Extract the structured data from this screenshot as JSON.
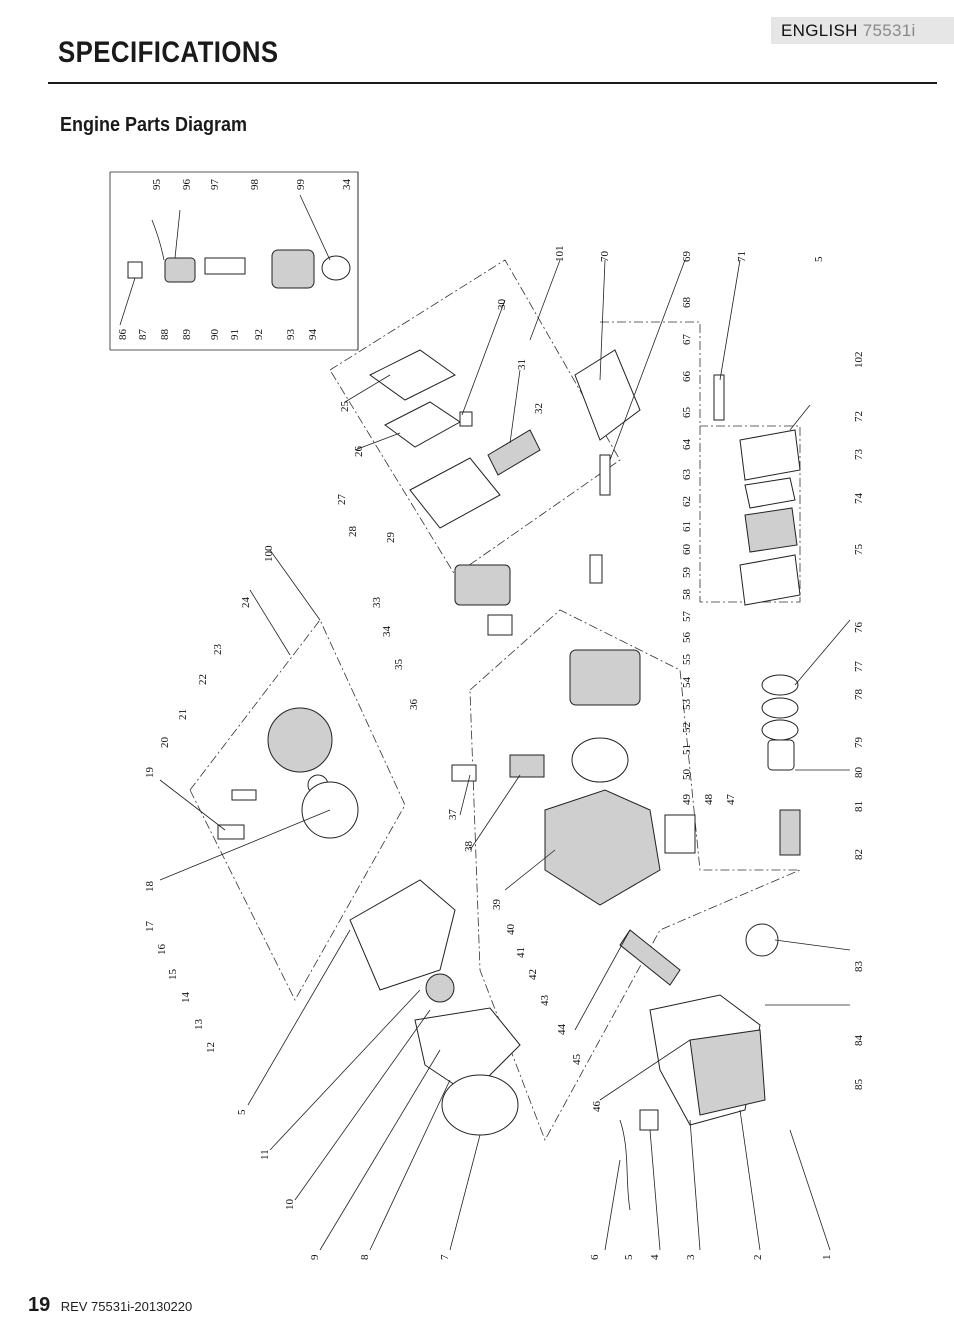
{
  "header": {
    "language": "ENGLISH",
    "model": "75531i"
  },
  "page_title": "SPECIFICATIONS",
  "section_title": "Engine Parts Diagram",
  "footer": {
    "page_number": "19",
    "revision": "REV 75531i-20130220"
  },
  "diagram": {
    "inset_labels": [
      "95",
      "96",
      "97",
      "98",
      "99",
      "34",
      "86",
      "87",
      "88",
      "89",
      "90",
      "91",
      "92",
      "93",
      "94"
    ],
    "top_labels": [
      "101",
      "70",
      "69",
      "68",
      "67",
      "66",
      "65",
      "64",
      "63",
      "62",
      "61",
      "60",
      "59",
      "58",
      "57",
      "56",
      "55",
      "54",
      "53",
      "52",
      "51",
      "50",
      "49",
      "48",
      "47",
      "71",
      "5",
      "102",
      "72",
      "73",
      "74",
      "75",
      "76",
      "77",
      "78",
      "79",
      "80",
      "81",
      "82",
      "83",
      "84",
      "85"
    ],
    "left_labels": [
      "30",
      "31",
      "32",
      "25",
      "26",
      "27",
      "28",
      "29",
      "33",
      "34",
      "35",
      "36",
      "100",
      "24",
      "23",
      "22",
      "21",
      "20",
      "19",
      "18",
      "17",
      "16",
      "15",
      "14",
      "13",
      "12",
      "5",
      "11",
      "10",
      "9",
      "8",
      "7",
      "37",
      "38",
      "39",
      "40",
      "41",
      "42",
      "43",
      "44",
      "45",
      "46",
      "6",
      "5",
      "4",
      "3",
      "2",
      "1"
    ]
  }
}
